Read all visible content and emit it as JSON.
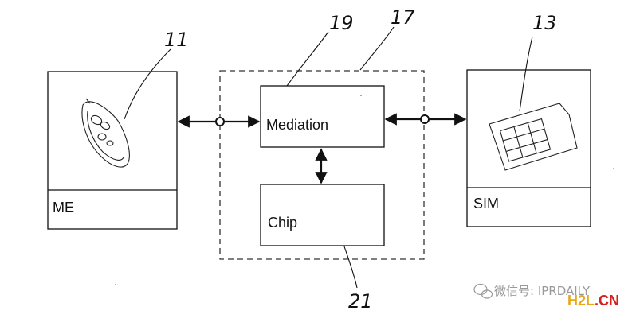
{
  "boxes": {
    "me": "ME",
    "sim": "SIM",
    "mediation": "Mediation",
    "chip": "Chip"
  },
  "refs": {
    "me": "11",
    "sim": "13",
    "mediation": "19",
    "device": "17",
    "chip": "21"
  },
  "watermark": {
    "wechat": "微信号: IPRDAILY",
    "brand_part1": "H2L",
    "brand_part2": ".CN"
  },
  "colors": {
    "line": "#111111",
    "dashed": "#333333",
    "brand_yellow": "#e8a818",
    "brand_red": "#d62020"
  }
}
